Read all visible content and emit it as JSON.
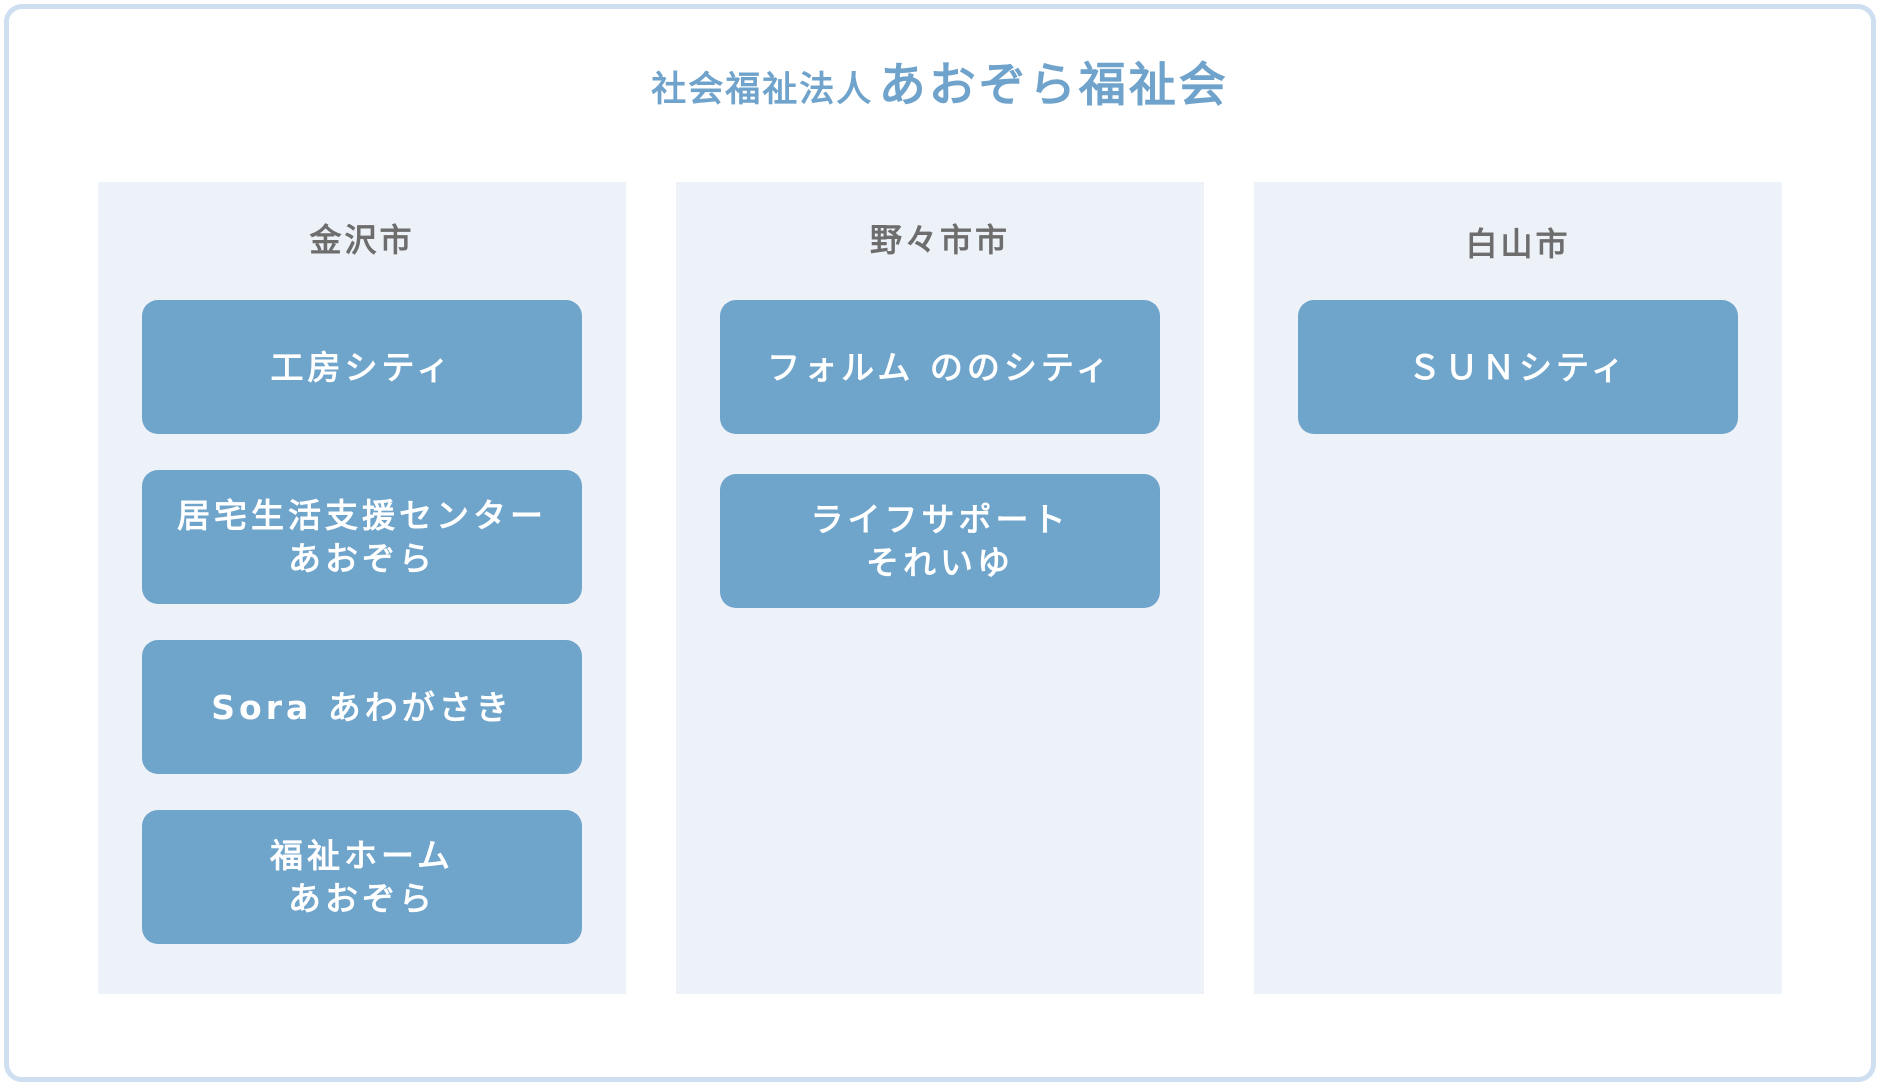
{
  "header": {
    "prefix": "社会福祉法人",
    "name": "あおぞら福祉会"
  },
  "columns": [
    {
      "title": "金沢市",
      "facilities": [
        {
          "line1": "工房シティ",
          "line2": ""
        },
        {
          "line1": "居宅生活支援センター",
          "line2": "あおぞら"
        },
        {
          "line1": "Sora あわがさき",
          "line2": ""
        },
        {
          "line1": "福祉ホーム",
          "line2": "あおぞら"
        }
      ]
    },
    {
      "title": "野々市市",
      "facilities": [
        {
          "line1": "フォルム ののシティ",
          "line2": ""
        },
        {
          "line1": "ライフサポート",
          "line2": "それいゆ"
        }
      ]
    },
    {
      "title": "白山市",
      "facilities": [
        {
          "line1": "ＳＵＮシティ",
          "line2": ""
        }
      ]
    }
  ],
  "colors": {
    "frame_border": "#cddff0",
    "title_text": "#6fa3cb",
    "column_bg": "#edf2f9",
    "column_title_text": "#6d6d6d",
    "box_bg": "#6fa4cb",
    "box_text": "#ffffff"
  }
}
